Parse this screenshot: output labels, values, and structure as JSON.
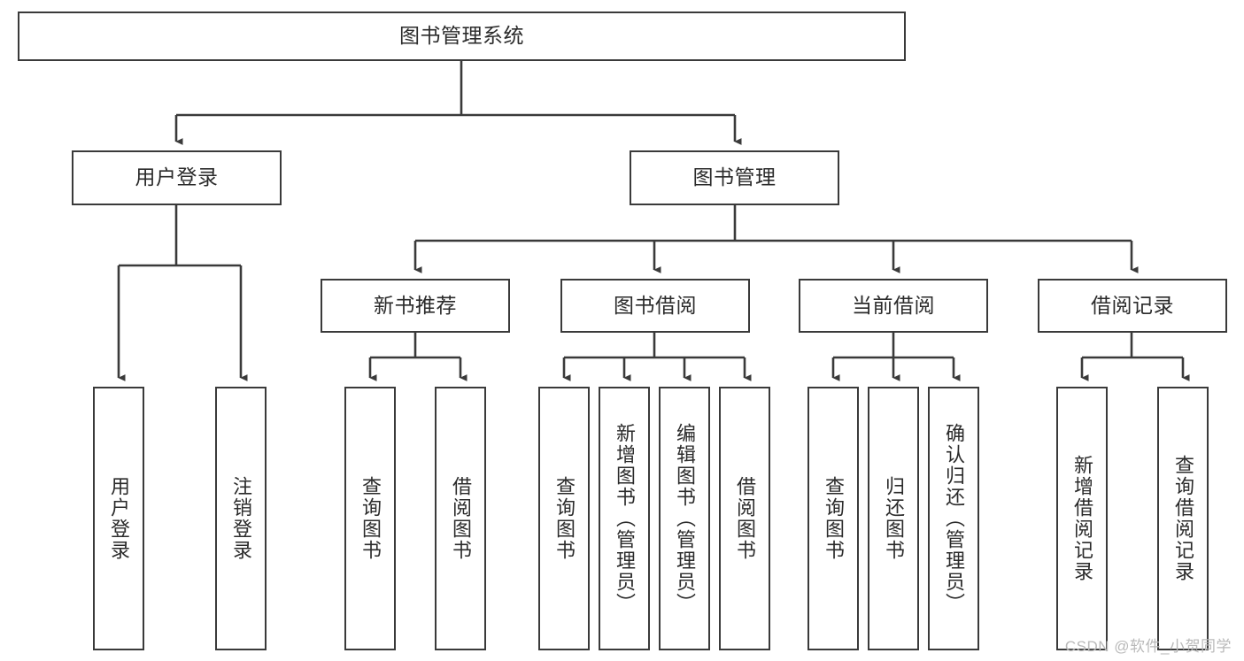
{
  "diagram": {
    "title_node": {
      "label": "图书管理系统"
    },
    "level2": [
      {
        "id": "user-login",
        "label": "用户登录"
      },
      {
        "id": "book-manage",
        "label": "图书管理"
      }
    ],
    "level3": [
      {
        "id": "new-book-recommend",
        "label": "新书推荐"
      },
      {
        "id": "book-borrow",
        "label": "图书借阅"
      },
      {
        "id": "current-borrow",
        "label": "当前借阅"
      },
      {
        "id": "borrow-record",
        "label": "借阅记录"
      }
    ],
    "leaves": {
      "user_login": [
        {
          "id": "leaf-user-login",
          "label": "用户登录"
        },
        {
          "id": "leaf-logout-login",
          "label": "注销登录"
        }
      ],
      "new_book_recommend": [
        {
          "id": "leaf-query-book-1",
          "label": "查询图书"
        },
        {
          "id": "leaf-borrow-book-1",
          "label": "借阅图书"
        }
      ],
      "book_borrow": [
        {
          "id": "leaf-query-book-2",
          "label": "查询图书"
        },
        {
          "id": "leaf-add-book",
          "label": "新增图书（管理员）"
        },
        {
          "id": "leaf-edit-book",
          "label": "编辑图书（管理员）"
        },
        {
          "id": "leaf-borrow-book-2",
          "label": "借阅图书"
        }
      ],
      "current_borrow": [
        {
          "id": "leaf-query-book-3",
          "label": "查询图书"
        },
        {
          "id": "leaf-return-book",
          "label": "归还图书"
        },
        {
          "id": "leaf-confirm-return",
          "label": "确认归还（管理员）"
        }
      ],
      "borrow_record": [
        {
          "id": "leaf-add-record",
          "label": "新增借阅记录"
        },
        {
          "id": "leaf-query-record",
          "label": "查询借阅记录"
        }
      ]
    }
  },
  "watermark": {
    "text": "CSDN @软件_小贺同学"
  },
  "colors": {
    "stroke": "#3a3a3a",
    "text": "#2b2b2b",
    "background": "#ffffff",
    "watermark": "#b9b9b9"
  }
}
